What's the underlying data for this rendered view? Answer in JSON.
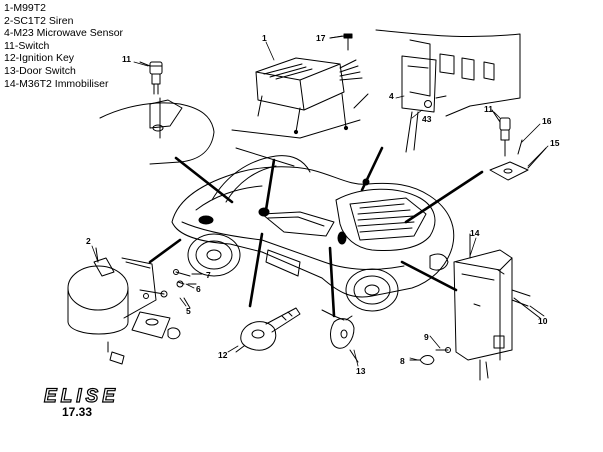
{
  "legend": [
    "1-M99T2",
    "2-SC1T2 Siren",
    "4-M23 Microwave Sensor",
    "11-Switch",
    "12-Ignition Key",
    "13-Door Switch",
    "14-M36T2 Immobiliser"
  ],
  "callouts": {
    "c1": "1",
    "c17": "17",
    "c11a": "11",
    "c4": "4",
    "c43": "43",
    "c11b": "11",
    "c16": "16",
    "c15": "15",
    "c2": "2",
    "c7": "7",
    "c6": "6",
    "c5": "5",
    "c14": "14",
    "c10": "10",
    "c9": "9",
    "c8": "8",
    "c12": "12",
    "c13": "13"
  },
  "brand": {
    "wordmark": "ELISE"
  },
  "figure_number": "17.33"
}
